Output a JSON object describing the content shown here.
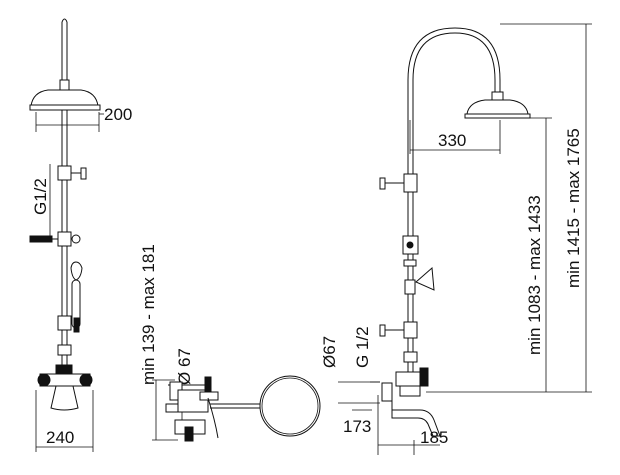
{
  "dimensions": {
    "head_diameter_front": "200",
    "thread_front": "G1/2",
    "width_front": "240",
    "height_range_side": "min 139 - max 181",
    "diameter_side": "Ø 67",
    "arm_reach": "330",
    "diameter_right": "Ø67",
    "thread_right": "G 1/2",
    "spout_depth": "173",
    "spout_reach": "185",
    "height_range_1": "min 1083 - max 1433",
    "height_range_2": "min 1415 - max 1765"
  }
}
